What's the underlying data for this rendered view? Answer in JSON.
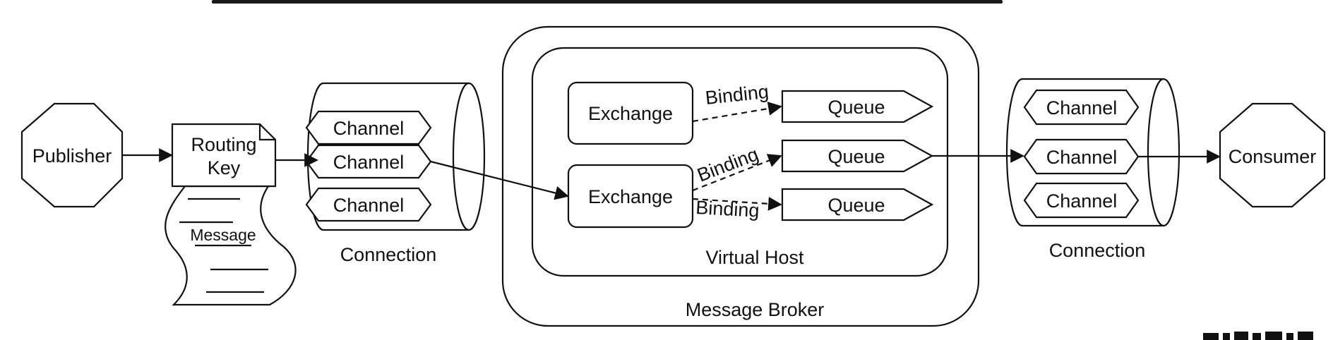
{
  "diagram": {
    "publisher": "Publisher",
    "routing_key": [
      "Routing",
      "Key"
    ],
    "message": "Message",
    "left_connection": {
      "channels": [
        "Channel",
        "Channel",
        "Channel"
      ],
      "label": "Connection"
    },
    "broker": {
      "label": "Message Broker",
      "virtual_host": {
        "label": "Virtual Host",
        "exchanges": [
          "Exchange",
          "Exchange"
        ],
        "queues": [
          "Queue",
          "Queue",
          "Queue"
        ],
        "bindings": [
          "Binding",
          "Binding",
          "Binding"
        ]
      }
    },
    "right_connection": {
      "channels": [
        "Channel",
        "Channel",
        "Channel"
      ],
      "label": "Connection"
    },
    "consumer": "Consumer"
  }
}
